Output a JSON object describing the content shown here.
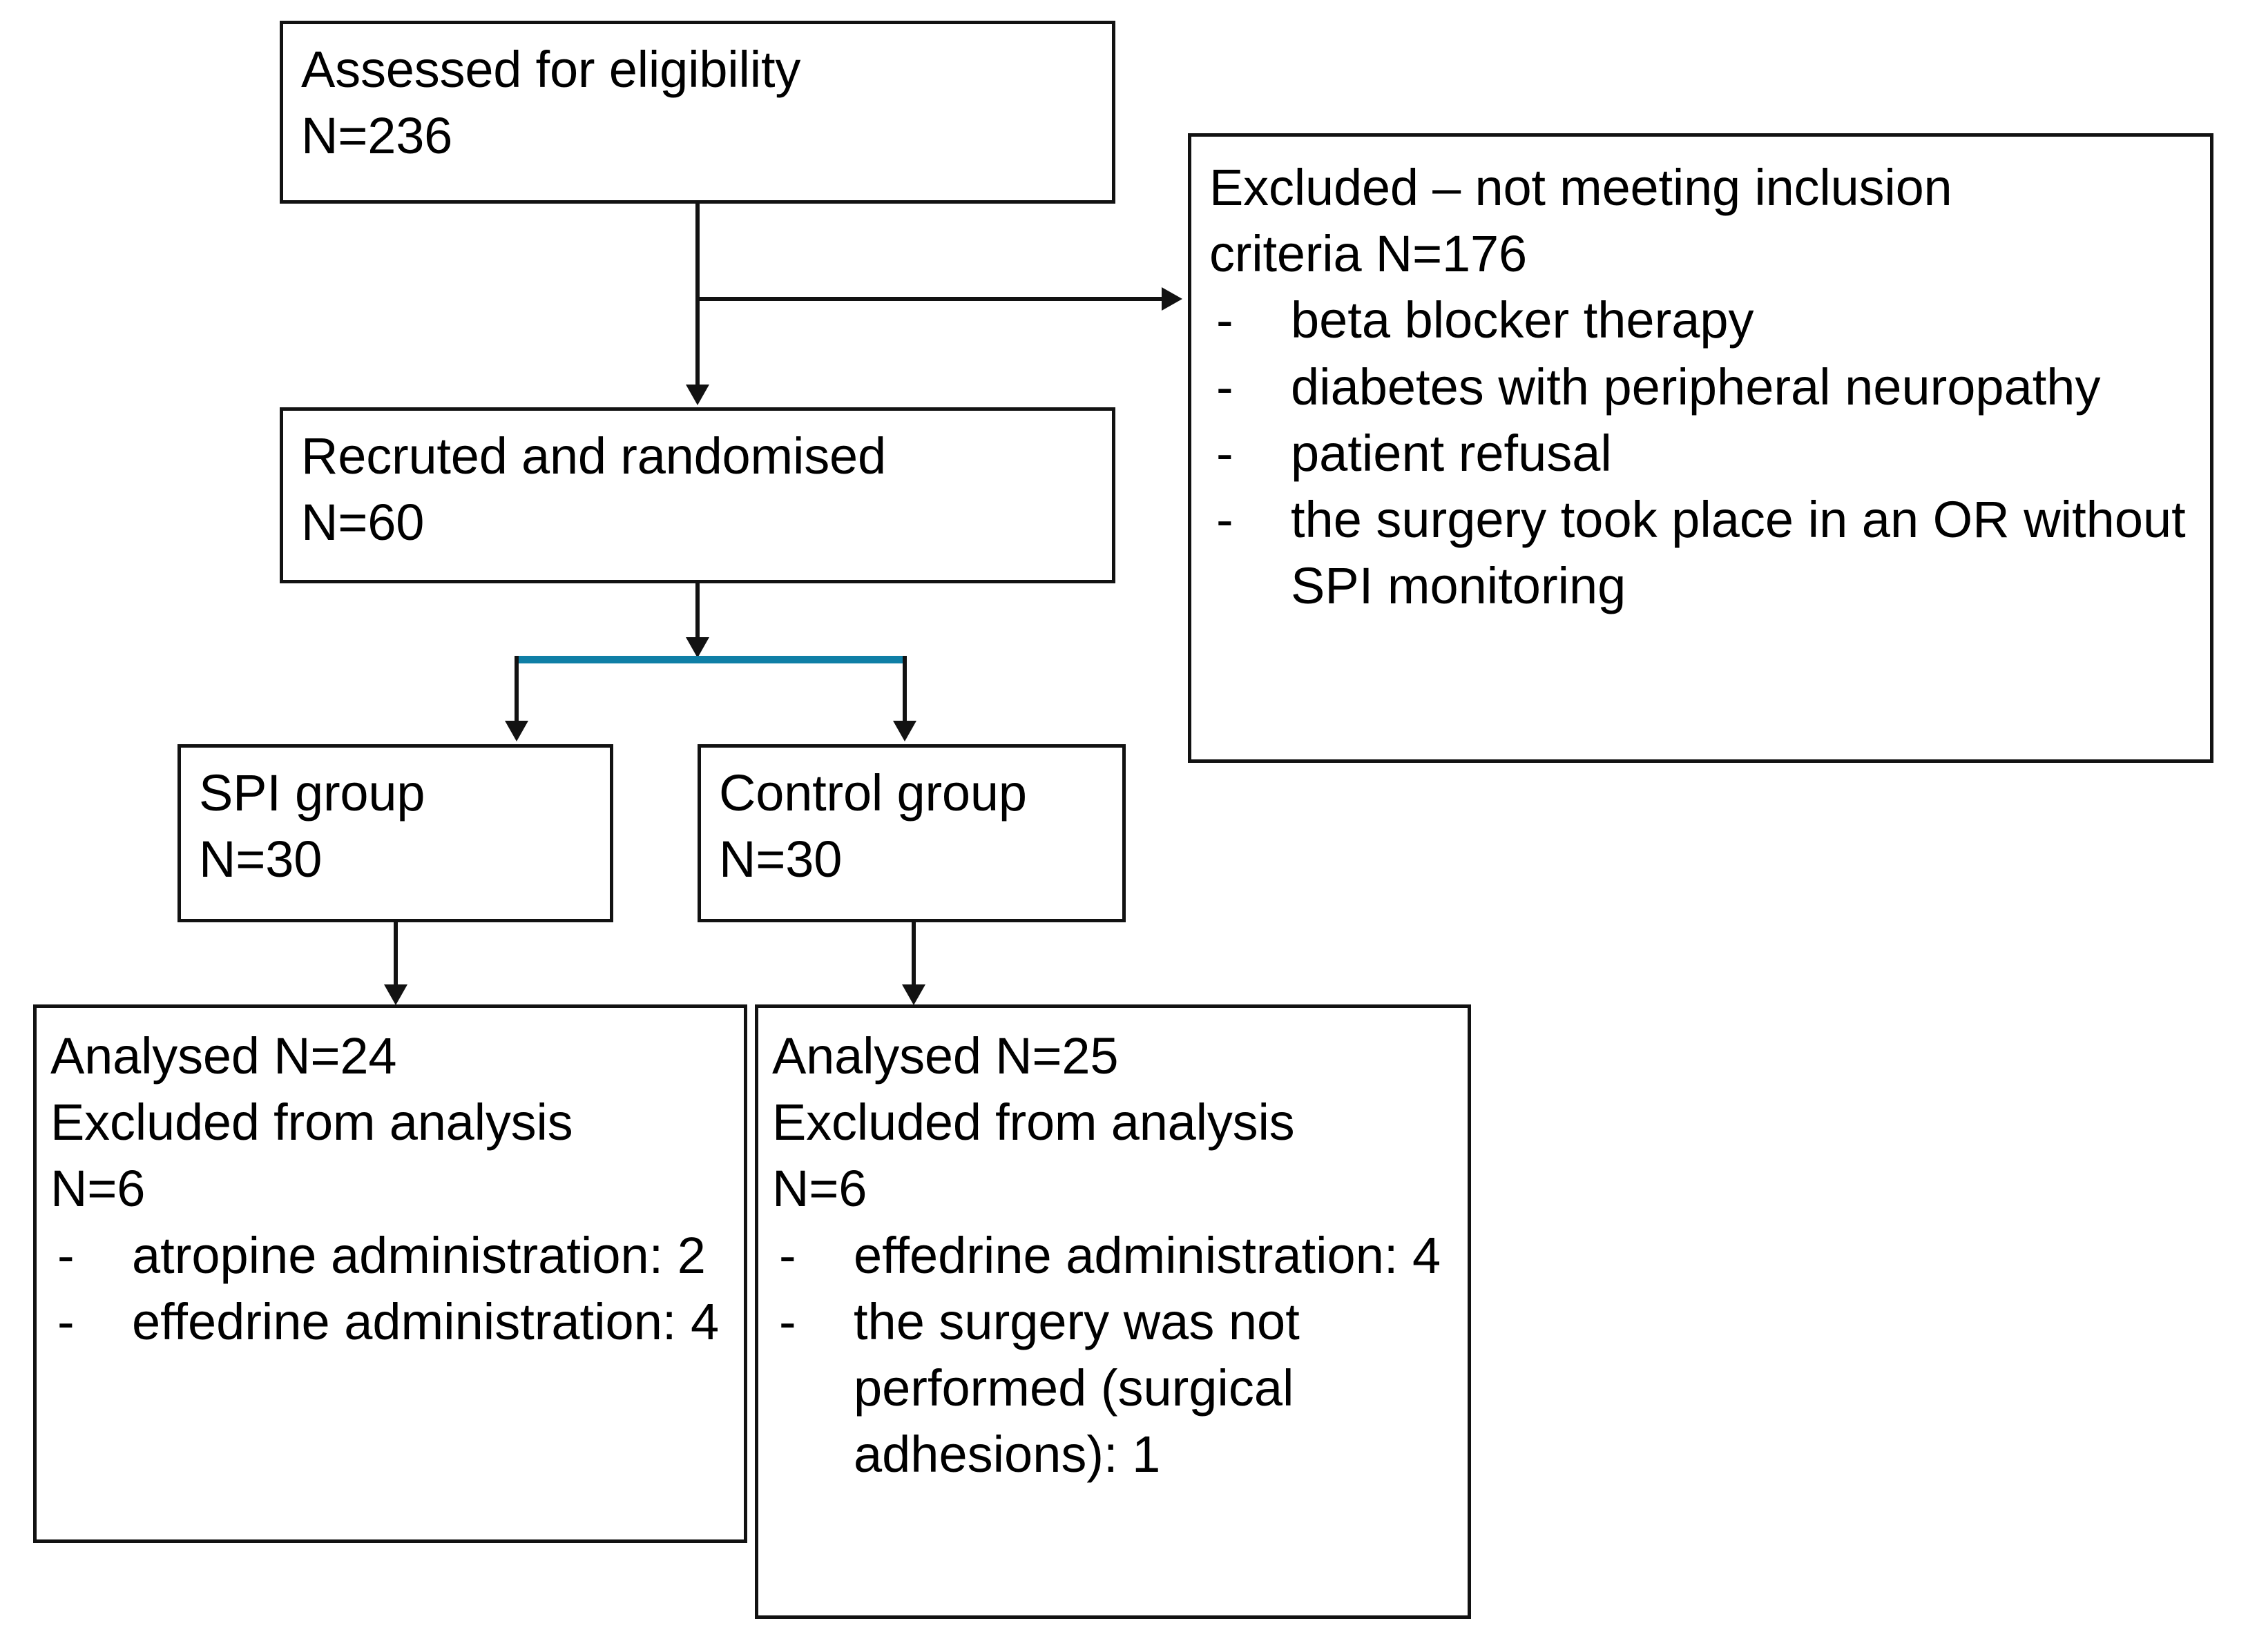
{
  "diagram": {
    "title": "CONSORT participant flow diagram",
    "accent_color": "#0f7fa6",
    "line_color": "#121212",
    "bullet_glyph": "-"
  },
  "nodes": {
    "assessed": {
      "line1": "Assessed for eligibility",
      "line2": "N=236"
    },
    "excluded": {
      "line1": "Excluded – not meeting inclusion",
      "line2": "criteria N=176",
      "bullets": [
        "beta blocker therapy",
        "diabetes with peripheral neuropathy",
        "patient refusal",
        "the surgery took place in an OR without SPI monitoring"
      ]
    },
    "randomised": {
      "line1": "Recruted and randomised",
      "line2": "N=60"
    },
    "spi_group": {
      "line1": "SPI group",
      "line2": "N=30"
    },
    "control_group": {
      "line1": "Control group",
      "line2": "N=30"
    },
    "analysed_spi": {
      "line1": "Analysed N=24",
      "line2": "Excluded from analysis",
      "line3": "N=6",
      "bullets": [
        "atropine administration: 2",
        "effedrine administration: 4"
      ]
    },
    "analysed_control": {
      "line1": "Analysed N=25",
      "line2": "Excluded from analysis",
      "line3": "N=6",
      "bullets": [
        "effedrine administration: 4",
        "the surgery was not performed (surgical adhesions): 1"
      ]
    }
  }
}
